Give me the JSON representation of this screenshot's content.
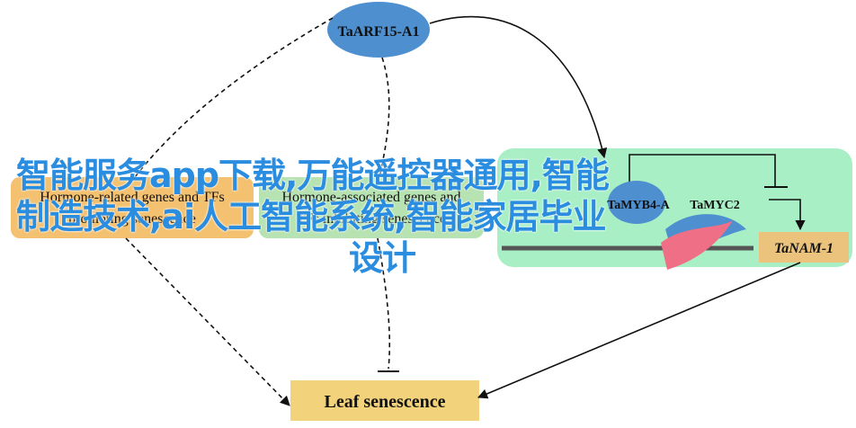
{
  "nodes": {
    "taarf": "TaARF15-A1",
    "hormone_related": "Hormone-related genes and TFs",
    "hormone_related_sub": "promoting senescence",
    "hormone_associated": "Hormone-associated genes and",
    "hormone_associated_sub": "TFs inhibiting senescence",
    "tamyb": "TaMYB4-A",
    "tamyc": "TaMYC2",
    "tanam": "TaNAM-1",
    "leaf": "Leaf senescence"
  },
  "overlay": {
    "line1": "智能服务app下载,万能遥控器通用,智能",
    "line2": "制造技术,ai人工智能系统,智能家居毕业",
    "line3": "设计"
  },
  "colors": {
    "ellipse": "#4e8fd0",
    "orange_box": "#f4c170",
    "green_box": "#b7e2b2",
    "green_panel": "#a8efc6",
    "leaf_box": "#f2d27a",
    "tanam_box": "#ecc37c",
    "pink": "#ef6f86",
    "overlay_text": "#2a8de0"
  }
}
